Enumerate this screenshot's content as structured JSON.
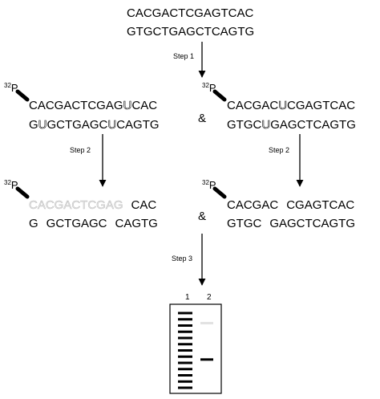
{
  "top": {
    "line1": "CACGACTCGAGTCAC",
    "line2": "GTGCTGAGCTCAGTG"
  },
  "steps": {
    "s1": "Step 1",
    "s2a": "Step 2",
    "s2b": "Step 2",
    "s3": "Step 3"
  },
  "label32p": {
    "sup": "32",
    "p": "P"
  },
  "amp": "&",
  "mid_left": {
    "l1_a": "CACGACTCGAG",
    "l1_u": "U",
    "l1_b": "CAC",
    "l2_a": "G",
    "l2_u1": "U",
    "l2_b": "GCTGAGC",
    "l2_u2": "U",
    "l2_c": "CAGTG"
  },
  "mid_right": {
    "l1_a": "CACGAC",
    "l1_u": "U",
    "l1_b": "CGAGTCAC",
    "l2_a": "GTGC",
    "l2_u": "U",
    "l2_b": "GAGCTCAGTG"
  },
  "bot_left": {
    "l1_faded": "CACGACTCGAG",
    "l1_b": "CAC",
    "l2_a": "G",
    "l2_b": "GCTGAGC",
    "l2_c": "CAGTG"
  },
  "bot_right": {
    "l1_a": "CACGAC",
    "l1_b": "CGAGTCAC",
    "l2_a": "GTGC",
    "l2_b": "GAGCTCAGTG"
  },
  "gel": {
    "lane1": "1",
    "lane2": "2",
    "ladder_bands": 13,
    "lane2_band_fraction": 0.62
  }
}
